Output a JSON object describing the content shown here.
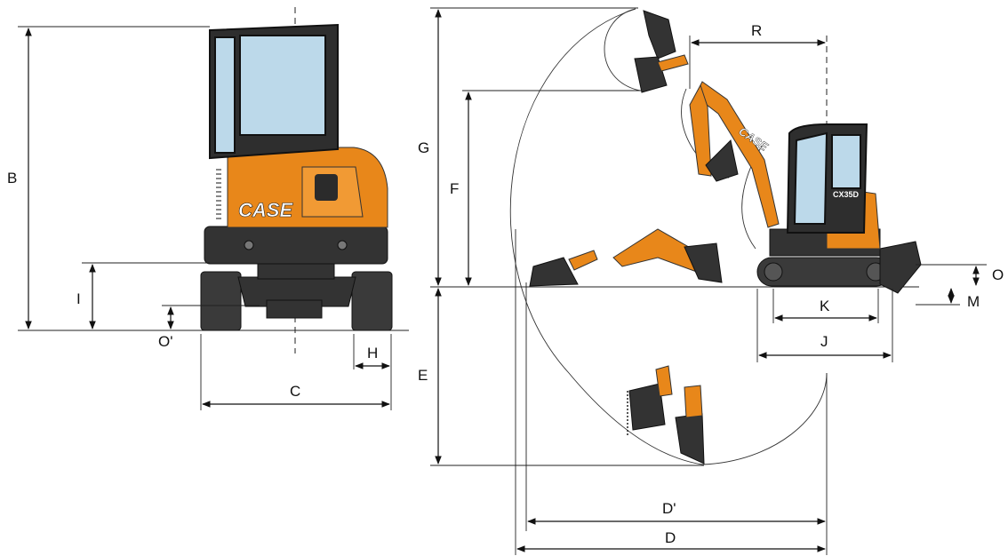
{
  "diagram": {
    "brand": "CASE",
    "model": "CX35D",
    "labels": {
      "A_B": "B",
      "C": "C",
      "H": "H",
      "I": "I",
      "O_prime": "O'",
      "G": "G",
      "F": "F",
      "E": "E",
      "R": "R",
      "K": "K",
      "J": "J",
      "O": "O",
      "M": "M",
      "D_prime": "D'",
      "D": "D"
    }
  }
}
